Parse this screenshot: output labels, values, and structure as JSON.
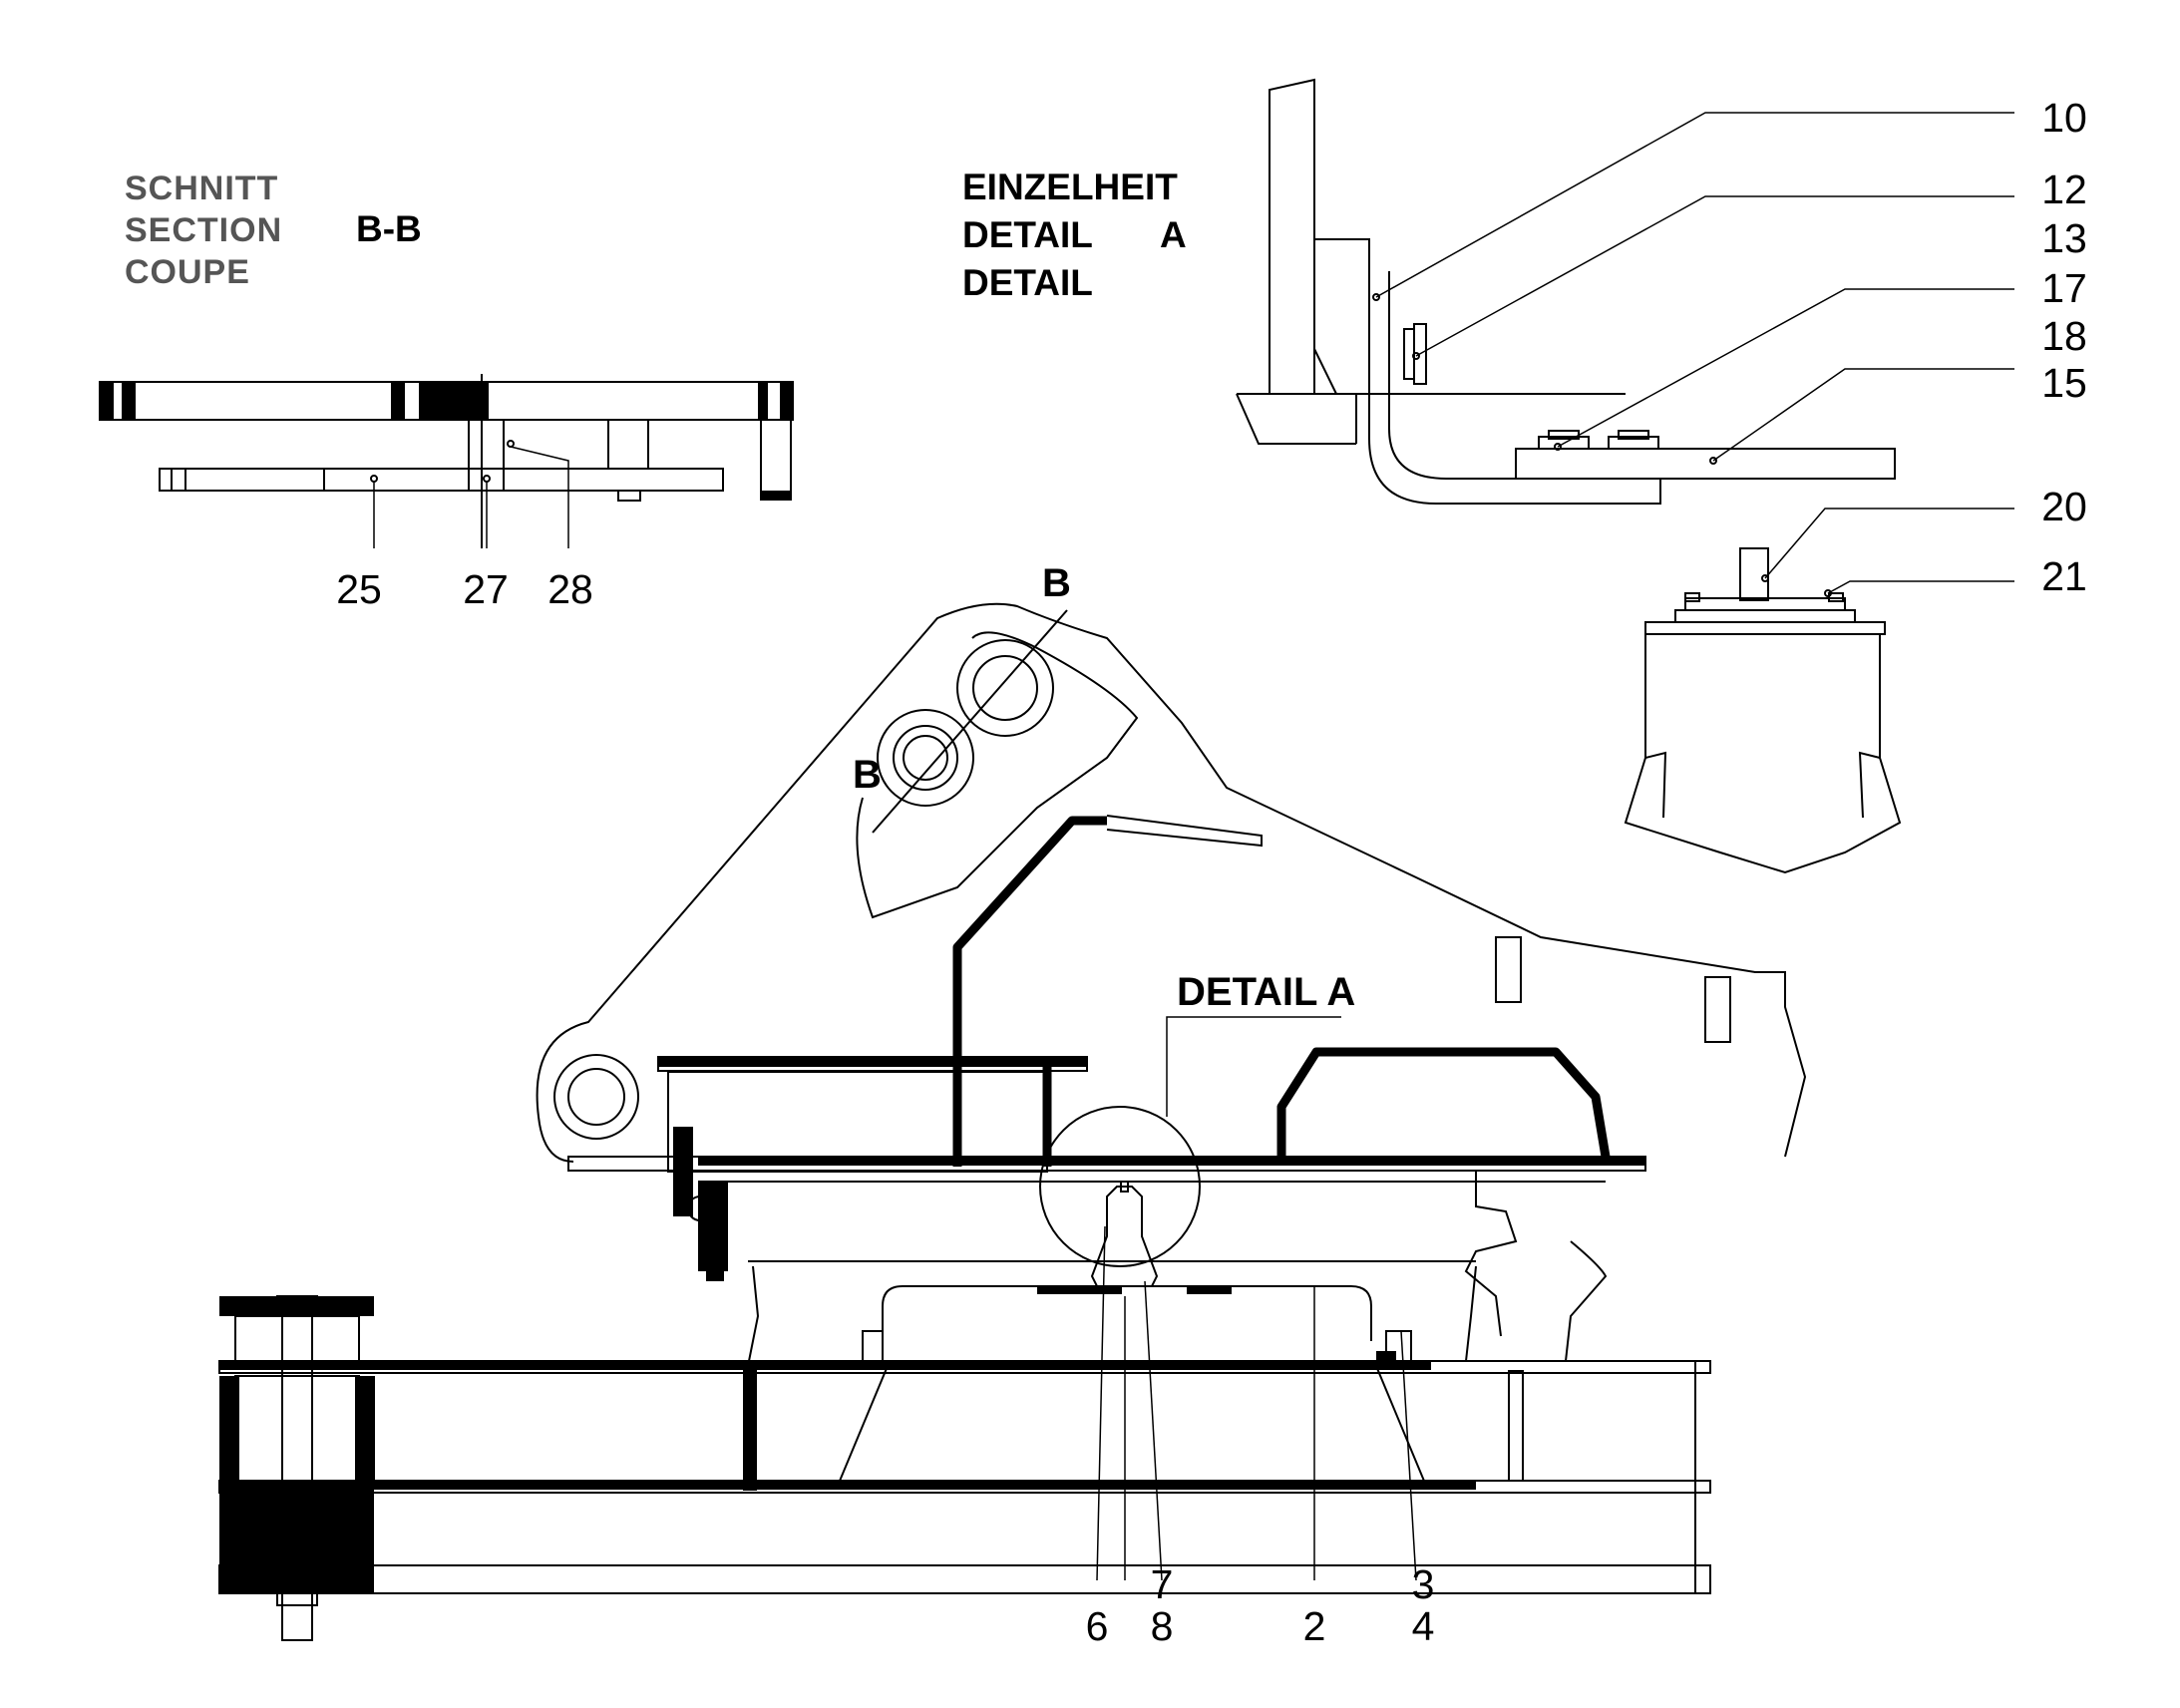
{
  "headers": {
    "section_line1": "SCHNITT",
    "section_line2": "SECTION",
    "section_line3": "COUPE",
    "section_id": "B-B",
    "detail_line1": "EINZELHEIT",
    "detail_line2": "DETAIL",
    "detail_line3": "DETAIL",
    "detail_id": "A",
    "detail_a_callout": "DETAIL A"
  },
  "cut_marks": {
    "upper": "B",
    "lower": "B"
  },
  "part_numbers": {
    "p10": "10",
    "p12": "12",
    "p13": "13",
    "p17": "17",
    "p18": "18",
    "p15": "15",
    "p20": "20",
    "p21": "21",
    "p25": "25",
    "p27": "27",
    "p28": "28",
    "p6": "6",
    "p7": "7",
    "p8": "8",
    "p2": "2",
    "p3": "3",
    "p4": "4"
  }
}
